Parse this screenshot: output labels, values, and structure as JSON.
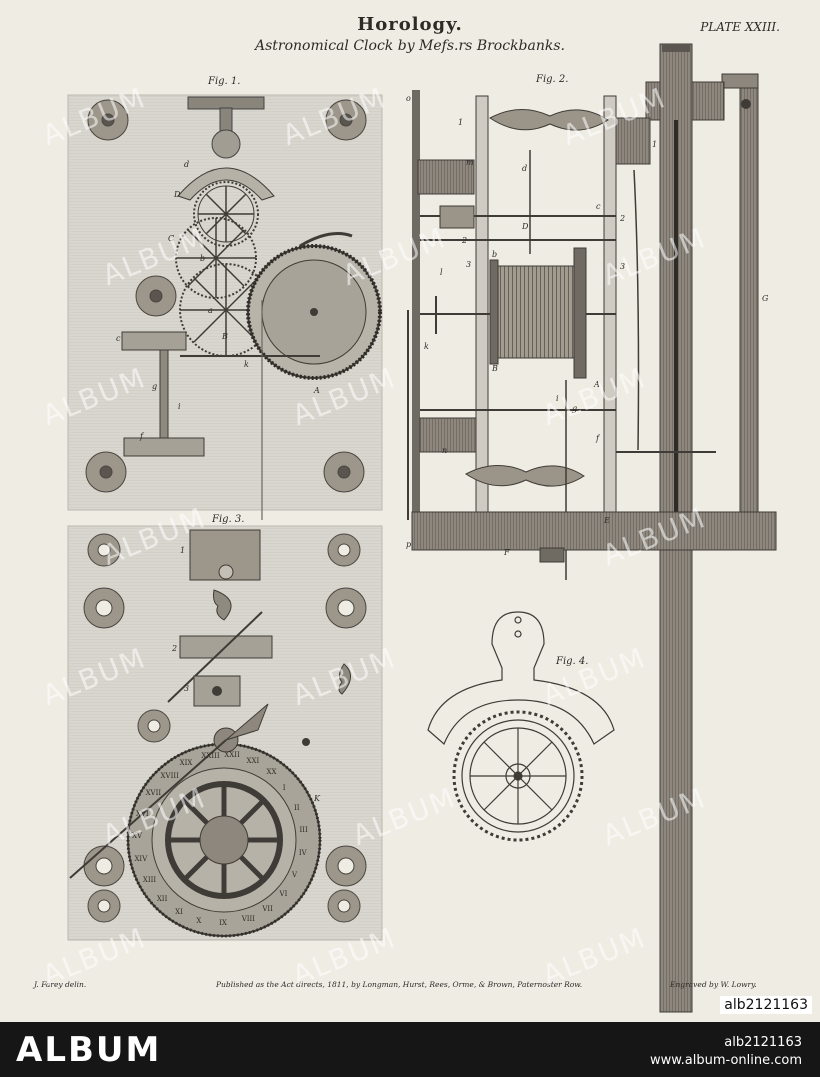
{
  "plate": {
    "title": "Horology.",
    "subtitle": "Astronomical Clock by Mefs.rs Brockbanks.",
    "plate_number": "PLATE XXIII.",
    "figure_labels": [
      "Fig. 1.",
      "Fig. 2.",
      "Fig. 3.",
      "Fig. 4."
    ],
    "footer_left": "J. Farey delin.",
    "footer_center": "Published as the Act directs, 1811, by Longman, Hurst, Rees, Orme, & Brown, Paternoster Row.",
    "footer_right": "Engraved by W. Lowry.",
    "fig1_letters": [
      "d",
      "D",
      "C",
      "b",
      "a",
      "B",
      "c",
      "k",
      "A",
      "g",
      "i",
      "f"
    ],
    "fig2_letters": [
      "o",
      "1",
      "m",
      "d",
      "1",
      "D",
      "c",
      "2",
      "2",
      "3",
      "b",
      "3",
      "l",
      "k",
      "B",
      "A",
      "i",
      "g",
      "f",
      "n",
      "E",
      "G",
      "F",
      "p"
    ],
    "fig3_numbers": [
      "1",
      "2",
      "3",
      "K"
    ],
    "dial_numerals": [
      "XXIII",
      "XXII",
      "XXI",
      "XX",
      "I",
      "II",
      "III",
      "IV",
      "V",
      "VI",
      "VII",
      "VIII",
      "IX",
      "X",
      "XI",
      "XII",
      "XIII",
      "XIV",
      "XV",
      "XVI",
      "XVII",
      "XVIII",
      "XIX"
    ],
    "photo_id": "alb2121163"
  },
  "watermark": "ALBUM",
  "banner": {
    "logo": "ALBUM",
    "id": "alb2121163",
    "url": "www.album-online.com"
  },
  "colors": {
    "paper": "#efece4",
    "plate_tone": "#d9d6cf",
    "ink": "#2e2b27",
    "banner": "#161616"
  }
}
